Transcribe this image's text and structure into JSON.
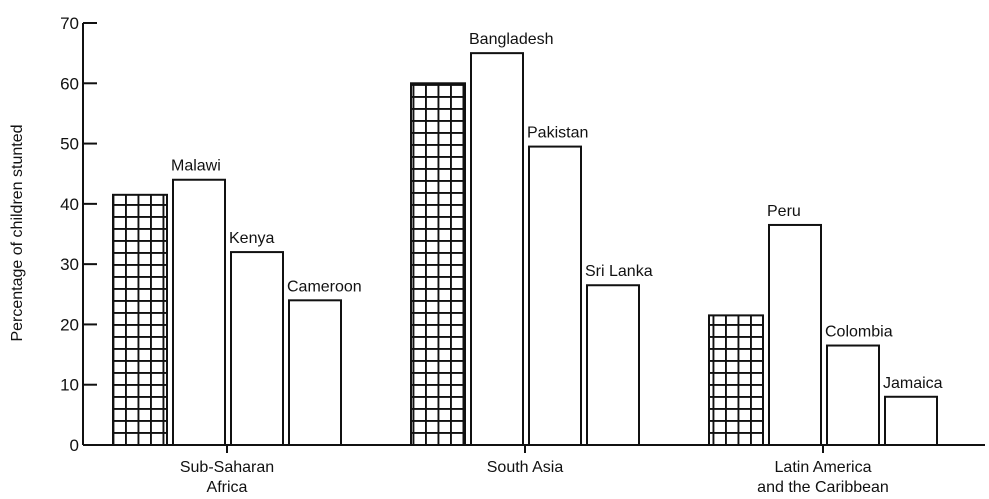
{
  "chart_data": {
    "type": "bar",
    "title": "",
    "xlabel": "",
    "ylabel": "Percentage of children stunted",
    "ylim": [
      0,
      70
    ],
    "yticks": [
      0,
      10,
      20,
      30,
      40,
      50,
      60,
      70
    ],
    "grid": false,
    "groups": [
      {
        "label_lines": [
          "Sub-Saharan",
          "Africa"
        ],
        "average": 41.5,
        "countries": [
          {
            "name": "Malawi",
            "value": 44
          },
          {
            "name": "Kenya",
            "value": 32
          },
          {
            "name": "Cameroon",
            "value": 24
          }
        ]
      },
      {
        "label_lines": [
          "South Asia"
        ],
        "average": 60,
        "countries": [
          {
            "name": "Bangladesh",
            "value": 65
          },
          {
            "name": "Pakistan",
            "value": 49.5
          },
          {
            "name": "Sri Lanka",
            "value": 26.5
          }
        ]
      },
      {
        "label_lines": [
          "Latin America",
          "and the Caribbean"
        ],
        "average": 21.5,
        "countries": [
          {
            "name": "Peru",
            "value": 36.5
          },
          {
            "name": "Colombia",
            "value": 16.5
          },
          {
            "name": "Jamaica",
            "value": 8
          }
        ]
      }
    ]
  }
}
